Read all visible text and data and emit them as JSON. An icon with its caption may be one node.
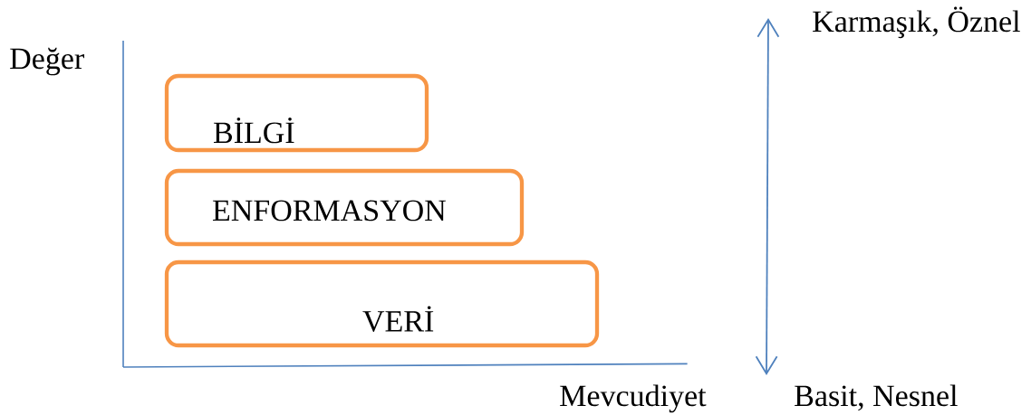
{
  "diagram": {
    "nodes": [
      {
        "text": [
          "BİLGİ"
        ]
      },
      {
        "text": [
          "ENFORMASYON"
        ]
      },
      {
        "text": [
          "VERİ"
        ]
      }
    ],
    "labels": [
      "Karmaşık, Öznel",
      "Değer",
      "Mevcudiyet",
      "Basit, Nesnel"
    ]
  }
}
